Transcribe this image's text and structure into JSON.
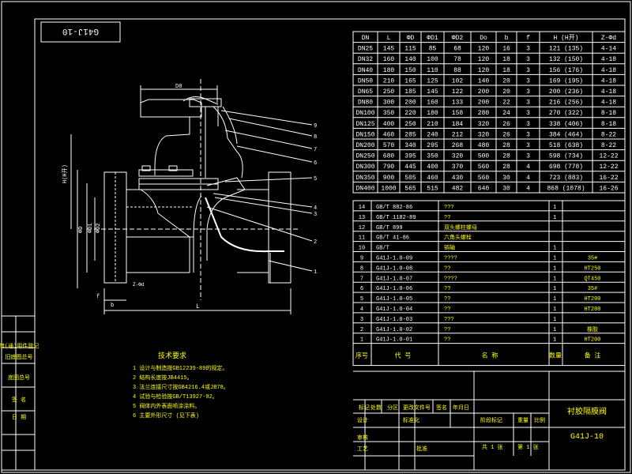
{
  "title_box": "G41J-10",
  "dimension_table": {
    "headers": [
      "DN",
      "L",
      "ΦD",
      "ΦD1",
      "ΦD2",
      "Do",
      "b",
      "f",
      "H (H开)",
      "Z-Φd"
    ],
    "rows": [
      [
        "DN25",
        "145",
        "115",
        "85",
        "68",
        "120",
        "16",
        "3",
        "121 (135)",
        "4-14"
      ],
      [
        "DN32",
        "160",
        "140",
        "100",
        "78",
        "120",
        "18",
        "3",
        "132 (150)",
        "4-18"
      ],
      [
        "DN40",
        "180",
        "150",
        "110",
        "88",
        "120",
        "18",
        "3",
        "156 (176)",
        "4-18"
      ],
      [
        "DN50",
        "210",
        "165",
        "125",
        "102",
        "140",
        "20",
        "3",
        "169 (195)",
        "4-18"
      ],
      [
        "DN65",
        "250",
        "185",
        "145",
        "122",
        "200",
        "20",
        "3",
        "200 (236)",
        "4-18"
      ],
      [
        "DN80",
        "300",
        "200",
        "160",
        "133",
        "200",
        "22",
        "3",
        "216 (256)",
        "4-18"
      ],
      [
        "DN100",
        "350",
        "220",
        "180",
        "158",
        "280",
        "24",
        "3",
        "270 (322)",
        "8-18"
      ],
      [
        "DN125",
        "400",
        "250",
        "210",
        "184",
        "320",
        "26",
        "3",
        "338 (406)",
        "8-18"
      ],
      [
        "DN150",
        "460",
        "285",
        "240",
        "212",
        "320",
        "26",
        "3",
        "384 (464)",
        "8-22"
      ],
      [
        "DN200",
        "570",
        "340",
        "295",
        "268",
        "480",
        "28",
        "3",
        "518 (638)",
        "8-22"
      ],
      [
        "DN250",
        "680",
        "395",
        "350",
        "320",
        "500",
        "28",
        "3",
        "598 (734)",
        "12-22"
      ],
      [
        "DN300",
        "790",
        "445",
        "400",
        "370",
        "560",
        "28",
        "4",
        "698 (778)",
        "12-22"
      ],
      [
        "DN350",
        "900",
        "505",
        "460",
        "430",
        "560",
        "30",
        "4",
        "723 (883)",
        "16-22"
      ],
      [
        "DN400",
        "1000",
        "565",
        "515",
        "482",
        "640",
        "30",
        "4",
        "868 (1078)",
        "16-26"
      ]
    ]
  },
  "parts_list": {
    "rows": [
      [
        "14",
        "GB/T 882-86",
        "???",
        "1",
        ""
      ],
      [
        "13",
        "GB/T 1182-89",
        "??",
        "1",
        ""
      ],
      [
        "12",
        "GB/T 899",
        "双头螺柱螺母",
        "",
        ""
      ],
      [
        "11",
        "GB/T 41-86",
        "六角头螺栓",
        "",
        ""
      ],
      [
        "10",
        "GB/T",
        "销轴",
        "1",
        ""
      ],
      [
        "9",
        "G41J-1.0-09",
        "????",
        "1",
        "35#"
      ],
      [
        "8",
        "G41J-1.0-08",
        "??",
        "1",
        "HT250"
      ],
      [
        "7",
        "G41J-1.0-07",
        "????",
        "1",
        "QT450"
      ],
      [
        "6",
        "G41J-1.0-06",
        "??",
        "1",
        "35#"
      ],
      [
        "5",
        "G41J-1.0-05",
        "??",
        "1",
        "HT200"
      ],
      [
        "4",
        "G41J-1.0-04",
        "??",
        "1",
        "HT200"
      ],
      [
        "3",
        "G41J-1.0-03",
        "???",
        "1",
        ""
      ],
      [
        "2",
        "G41J-1.0-02",
        "??",
        "1",
        "橡胶"
      ],
      [
        "1",
        "G41J-1.0-01",
        "??",
        "1",
        "HT200"
      ]
    ],
    "header": {
      "no": "序号",
      "code": "代 号",
      "name": "名 称",
      "qty": "数量",
      "note": "备 注"
    }
  },
  "title_block": {
    "product_name": "衬胶隔膜阀",
    "drawing_no": "G41J-10",
    "labels": [
      "标记",
      "处数",
      "分区",
      "更改文件号",
      "签名",
      "年月日",
      "设计",
      "标准化",
      "阶段标记",
      "重量",
      "比例",
      "审核",
      "工艺",
      "批准"
    ],
    "sheet_total": "共 1 张",
    "sheet_no": "第 1 张"
  },
  "tech_requirements": {
    "heading": "技术要求",
    "items": [
      "1 设计与制造按GB12239-89的规定。",
      "2 结构长度按JB4415。",
      "3 法兰连接尺寸按GB4216.4或JB78。",
      "4 试验与检验按GB/T13927-92。",
      "5 阀体内外表面喷涂涂料。",
      "6 主要外形尺寸 (见下表)"
    ]
  },
  "drawing_labels": {
    "callouts": [
      "9",
      "8",
      "7",
      "6",
      "5",
      "4",
      "3",
      "2",
      "1"
    ],
    "dim_top": "D0",
    "dim_h": "H(H开)",
    "dim_l": "L",
    "dim_b": "b",
    "dim_f": "f",
    "dim_zd": "Z-Φd",
    "dia_labels": [
      "ΦD",
      "ΦD1",
      "ΦD2"
    ]
  },
  "left_strip": {
    "labels": [
      "借(通)用件登记",
      "旧底图总号",
      "底图总号",
      "签 名",
      "日 期"
    ]
  }
}
